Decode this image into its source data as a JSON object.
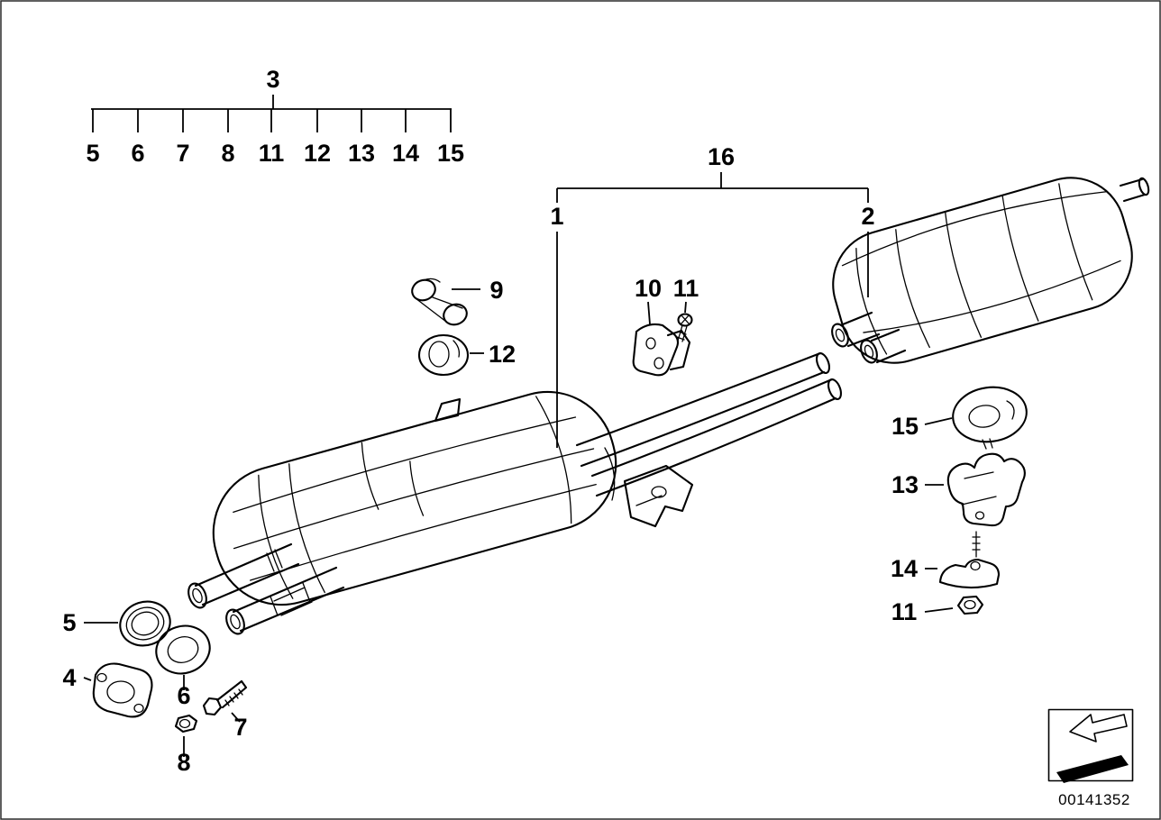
{
  "diagram": {
    "ladder": {
      "group_label": "3",
      "items": [
        "5",
        "6",
        "7",
        "8",
        "11",
        "12",
        "13",
        "14",
        "15"
      ]
    },
    "assembly_bracket": {
      "group_label": "16",
      "left_label": "1",
      "right_label": "2"
    },
    "callouts": {
      "clamp": "9",
      "grommet": "12",
      "holder": "10",
      "screw_mid": "11",
      "rubber_ring": "15",
      "bracket_rear": "13",
      "bracket_support": "14",
      "nut_rear": "11",
      "ring_outer": "5",
      "gasket": "4",
      "ring_inner": "6",
      "bolt": "7",
      "nut_front": "8"
    },
    "footer": {
      "part_number": "00141352"
    }
  },
  "colors": {
    "line": "#000000",
    "background": "#ffffff"
  }
}
